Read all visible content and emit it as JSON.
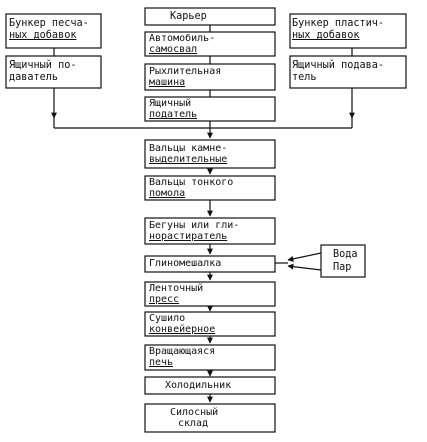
{
  "diagram": {
    "left": {
      "bunker_line1": "Бункер песча-",
      "bunker_line2": "ных добавок",
      "feeder_line1": "Ящичный по-",
      "feeder_line2": "даватель"
    },
    "right": {
      "bunker_line1": "Бункер пластич-",
      "bunker_line2": "ных добавок",
      "feeder_line1": "Ящичный подава-",
      "feeder_line2": "тель"
    },
    "steps": {
      "kariery": "Карьер",
      "truck_l1": "Автомобиль-",
      "truck_l2": "самосвал",
      "loosen_l1": "Рыхлительная",
      "loosen_l2": "машина",
      "feeder_l1": "Ящичный",
      "feeder_l2": "податель",
      "stone_l1": "Вальцы камне-",
      "stone_l2": "выделительные",
      "fine_l1": "Вальцы тонкого",
      "fine_l2": "помола",
      "runner_l1": "Бегуны или гли-",
      "runner_l2": "норастиратель",
      "mixer": "Глиномешалка",
      "press_l1": "Ленточный",
      "press_l2": "пресс",
      "dryer_l1": "Сушило",
      "dryer_l2": "конвейерное",
      "kiln_l1": "Вращающаяся",
      "kiln_l2": "печь",
      "cooler": "Холодильник",
      "silo_l1": "Силосный",
      "silo_l2": "склад"
    },
    "inputs": {
      "water": "Вода",
      "steam": "Пар"
    }
  }
}
